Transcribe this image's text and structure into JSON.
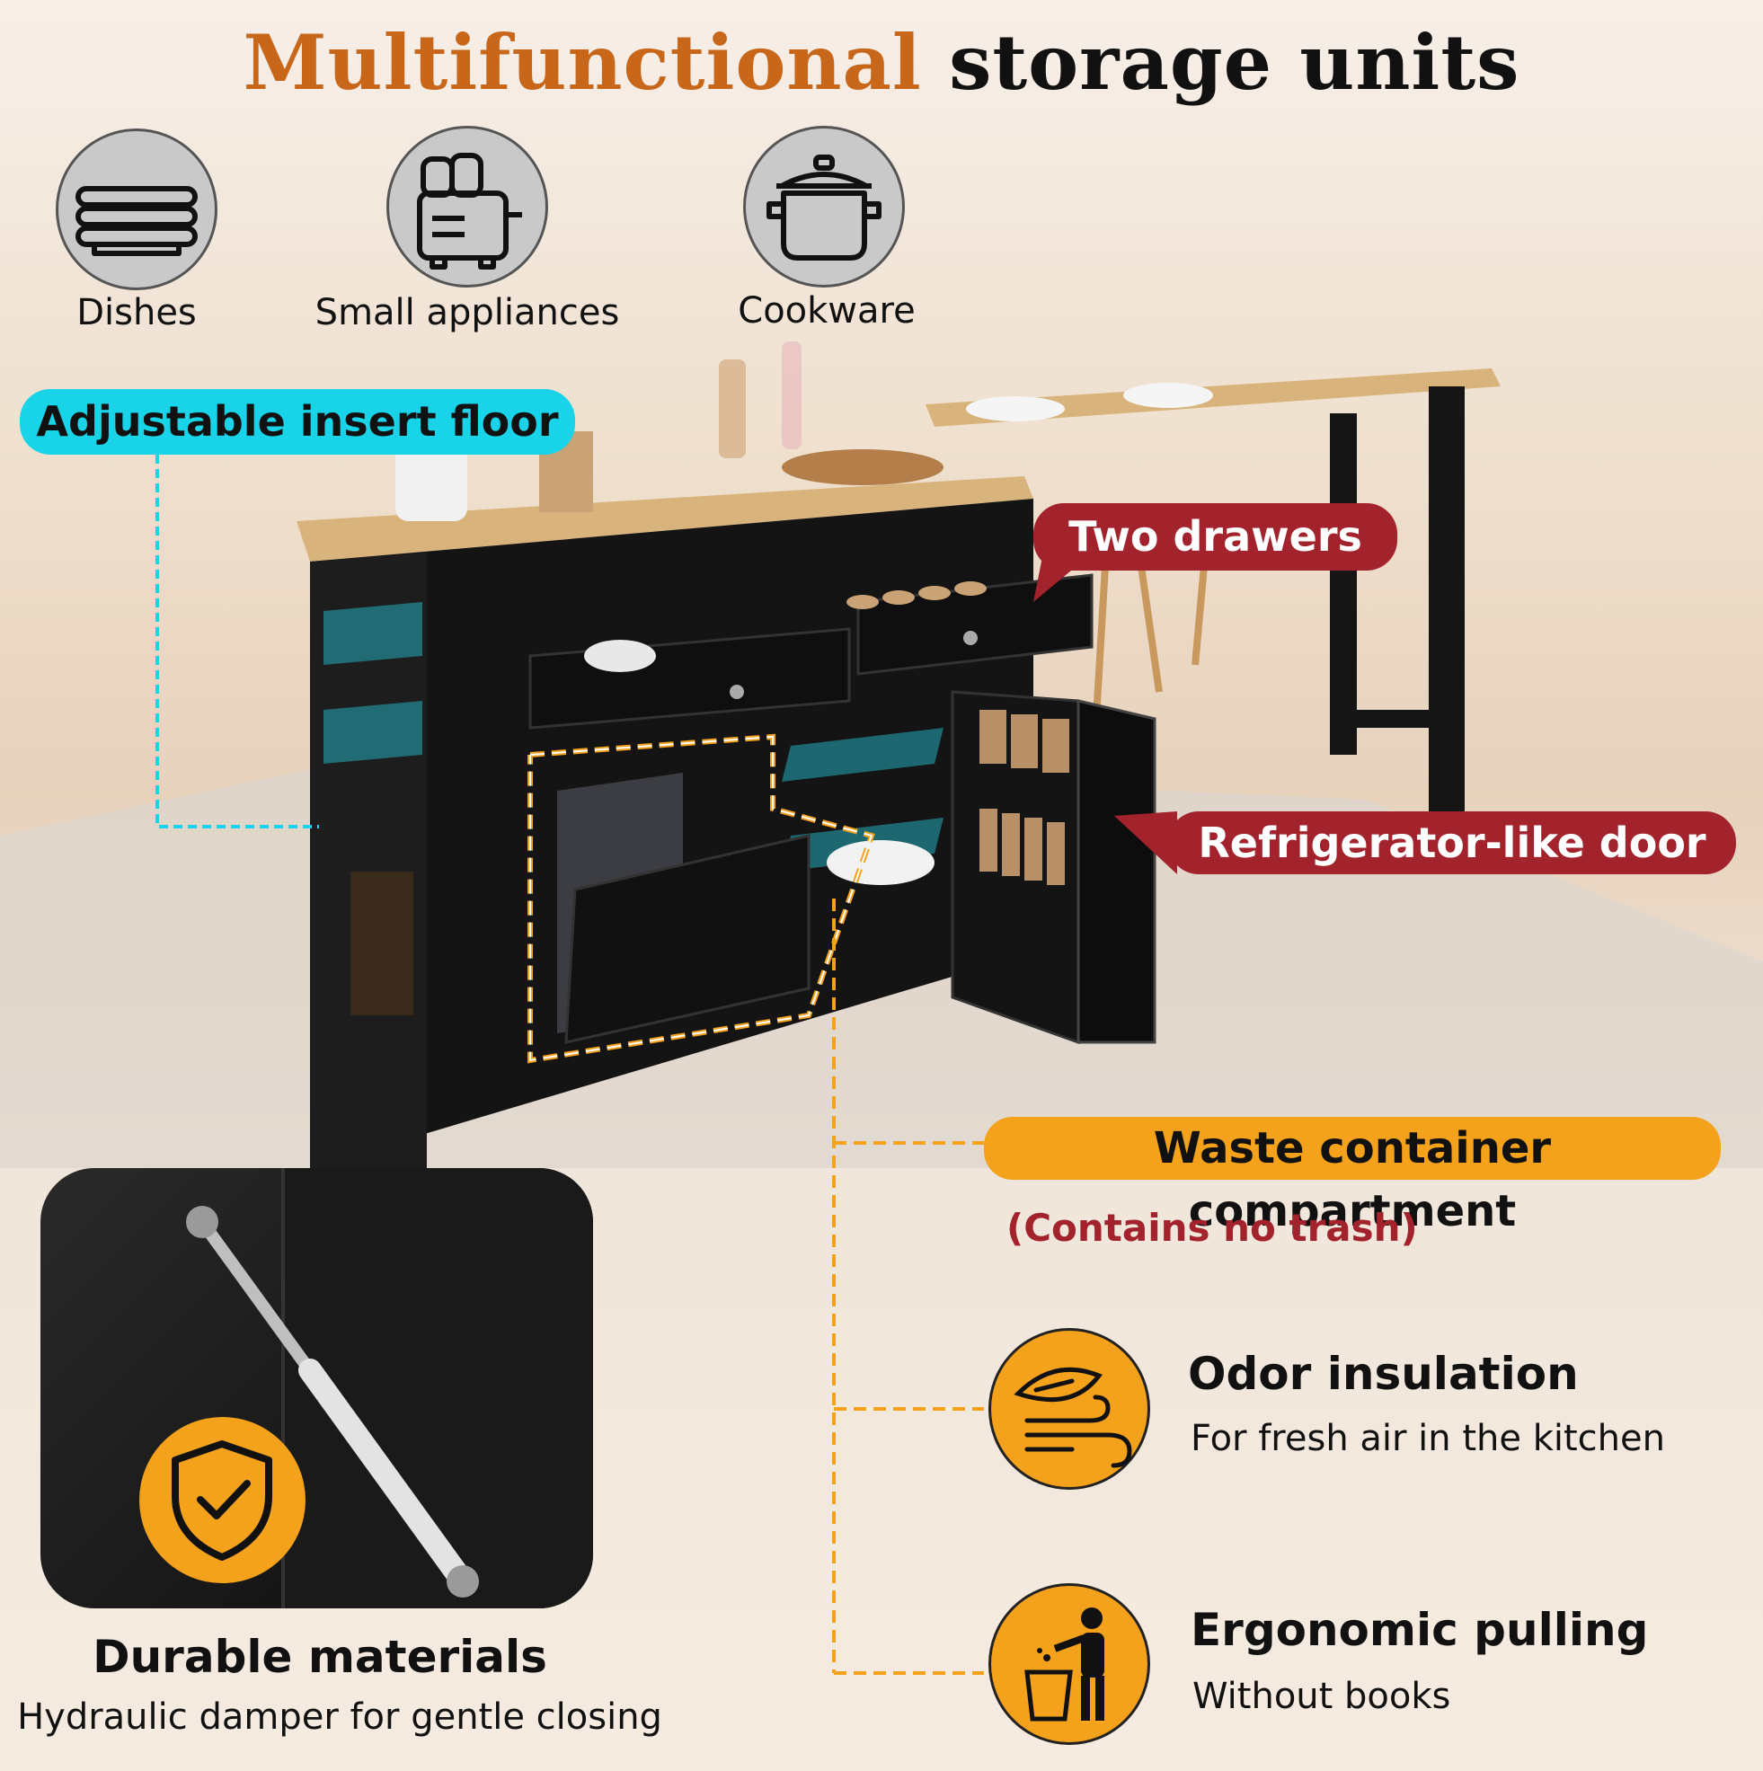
{
  "title": {
    "part1": "Multifunctional",
    "part2": "storage units"
  },
  "categories": [
    {
      "label": "Dishes",
      "icon": "plates-icon"
    },
    {
      "label": "Small appliances",
      "icon": "toaster-icon"
    },
    {
      "label": "Cookware",
      "icon": "pot-icon"
    }
  ],
  "callouts": {
    "insert_floor": "Adjustable insert floor",
    "drawers": "Two drawers",
    "door": "Refrigerator-like door",
    "waste": "Waste container compartment",
    "waste_note": "(Contains no trash)"
  },
  "features": [
    {
      "title": "Odor insulation",
      "subtitle": "For fresh air in the kitchen",
      "icon": "leaf-wind-icon"
    },
    {
      "title": "Ergonomic pulling",
      "subtitle": "Without books",
      "icon": "person-trash-icon"
    }
  ],
  "durable": {
    "title": "Durable materials",
    "subtitle": "Hydraulic damper for gentle closing",
    "icon": "shield-check-icon"
  },
  "colors": {
    "accent_orange": "#c8661a",
    "callout_cyan": "#19d4e8",
    "callout_red": "#a3232d",
    "callout_amber": "#f4a11b"
  }
}
